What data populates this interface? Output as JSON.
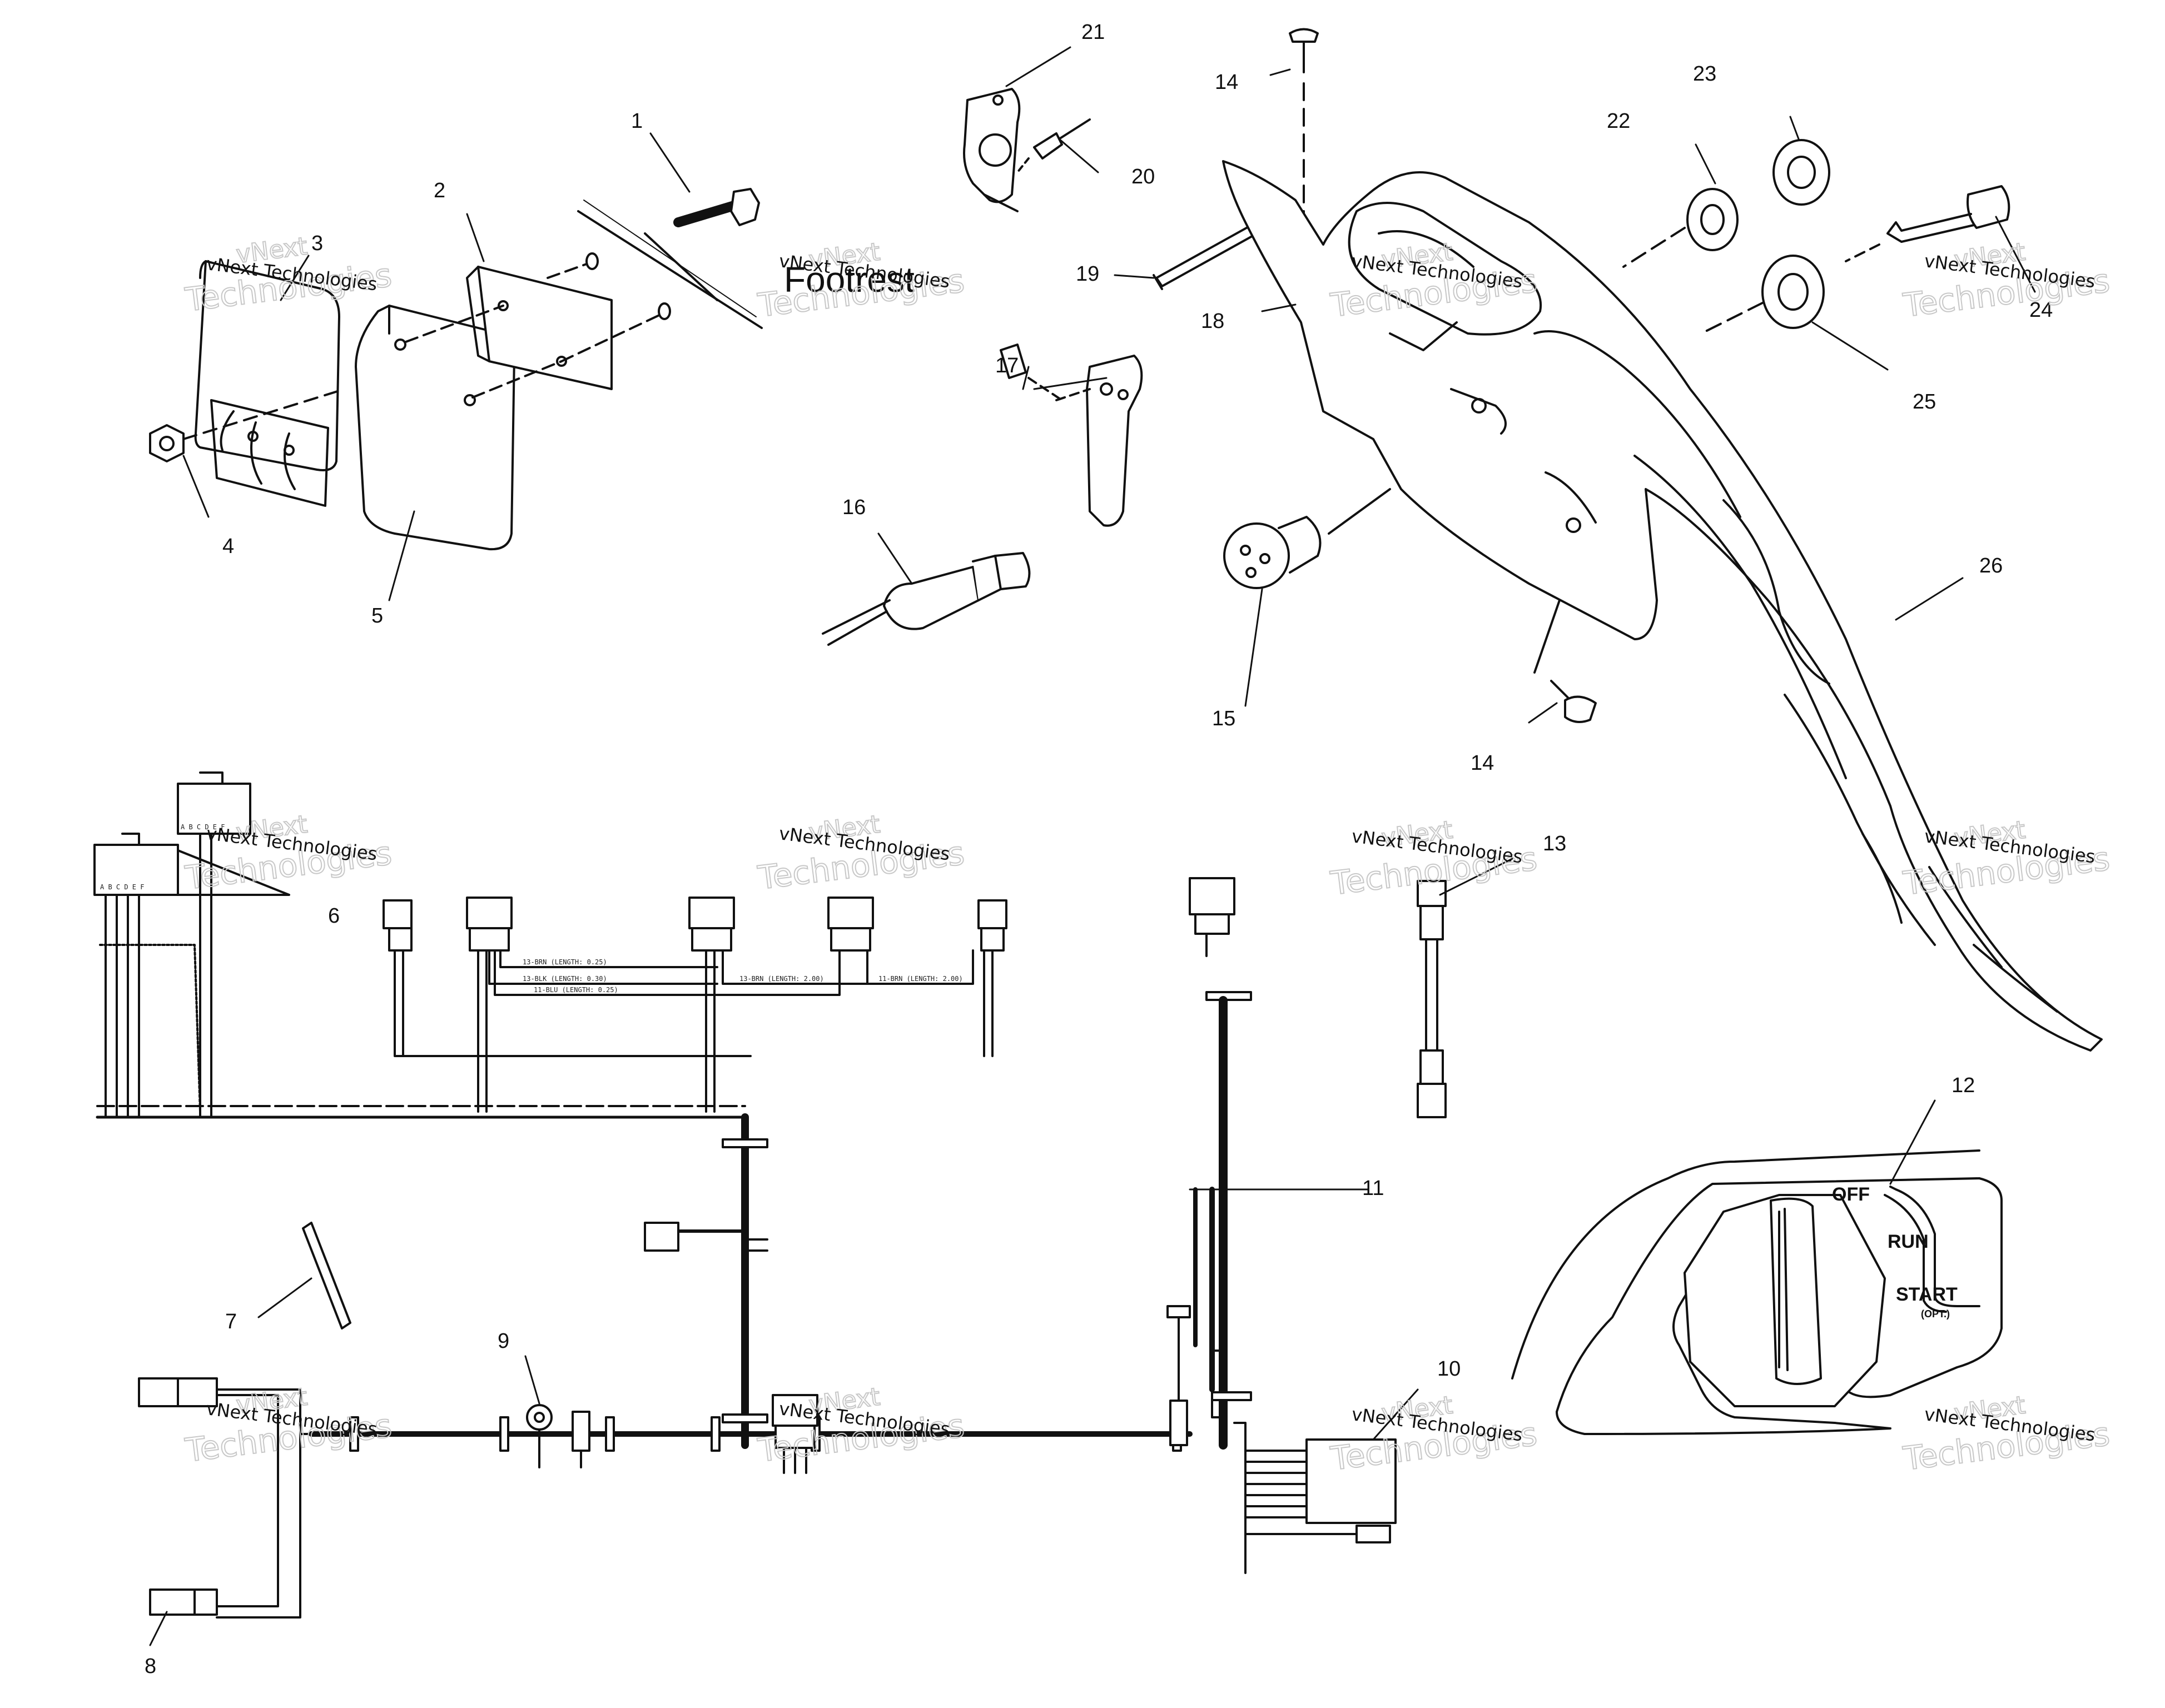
{
  "footrest_label": "Footrest",
  "callouts": [
    "1",
    "2",
    "3",
    "4",
    "5",
    "6",
    "7",
    "8",
    "9",
    "10",
    "11",
    "12",
    "13",
    "14",
    "14",
    "15",
    "16",
    "17",
    "18",
    "19",
    "20",
    "21",
    "22",
    "23",
    "24",
    "25",
    "26"
  ],
  "switch_labels": {
    "off": "OFF",
    "run": "RUN",
    "start": "START",
    "start_note": "(OPT.)"
  },
  "connector_pins": "A B C D E F",
  "wire_labels": {
    "w1": "13-BRN (LENGTH: 0.25)",
    "w2": "13-BLK (LENGTH: 0.30)",
    "w3": "13-BRN (LENGTH: 2.00)",
    "w4": "11-BRN (LENGTH: 2.00)",
    "w5": "11-BLU (LENGTH: 0.25)"
  },
  "watermark": {
    "line1": "vNext Technologies",
    "line2": "Technologies",
    "top": "vNext"
  },
  "colors": {
    "ink": "#111111",
    "paper": "#ffffff",
    "watermark": "#c8c8c8"
  }
}
